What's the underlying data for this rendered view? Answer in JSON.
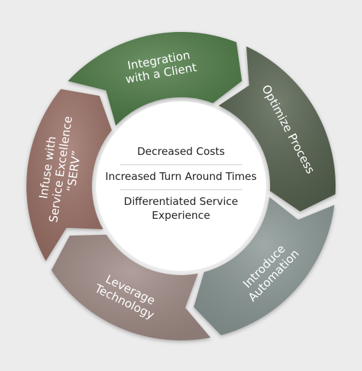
{
  "cycle": {
    "segments": [
      {
        "lines": [
          "Integration",
          "with a Client"
        ],
        "color": "#4e7a45"
      },
      {
        "lines": [
          "Optimize Process"
        ],
        "color": "#56624f"
      },
      {
        "lines": [
          "Introduce",
          "Automation"
        ],
        "color": "#8a9795"
      },
      {
        "lines": [
          "Leverage",
          "Technology"
        ],
        "color": "#9f8a85"
      },
      {
        "lines": [
          "Infuse with",
          "Service Excellence",
          "“SERV”"
        ],
        "color": "#9a6f66"
      }
    ]
  },
  "center": {
    "items": [
      {
        "lines": [
          "Decreased Costs"
        ]
      },
      {
        "lines": [
          "Increased Turn Around Times"
        ]
      },
      {
        "lines": [
          "Differentiated Service",
          "Experience"
        ]
      }
    ]
  }
}
